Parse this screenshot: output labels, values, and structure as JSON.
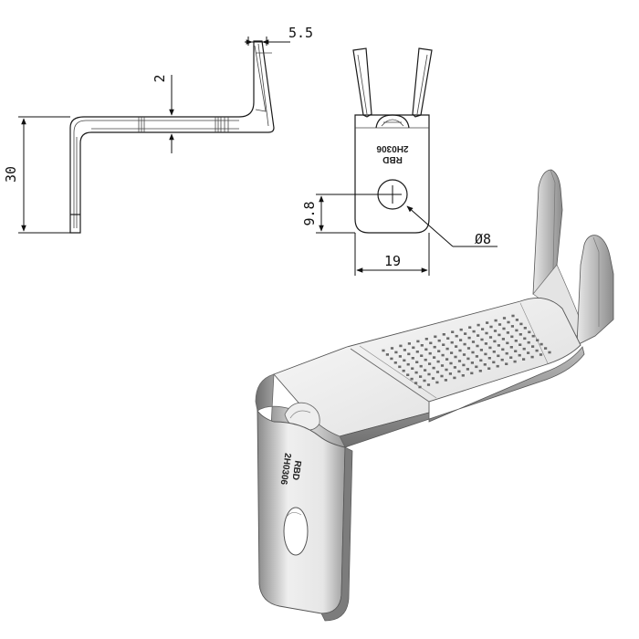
{
  "dimensions": {
    "thickness": "5.5",
    "gap": "2",
    "height": "30",
    "hole_offset": "9.8",
    "hole_diameter": "Ø8",
    "width": "19"
  },
  "part_marking": {
    "brand": "RBD",
    "code": "2H0306"
  },
  "colors": {
    "line": "#111111",
    "metal_light": "#f2f2f2",
    "metal_mid": "#c8c8c8",
    "metal_dark": "#7a7a7a"
  }
}
